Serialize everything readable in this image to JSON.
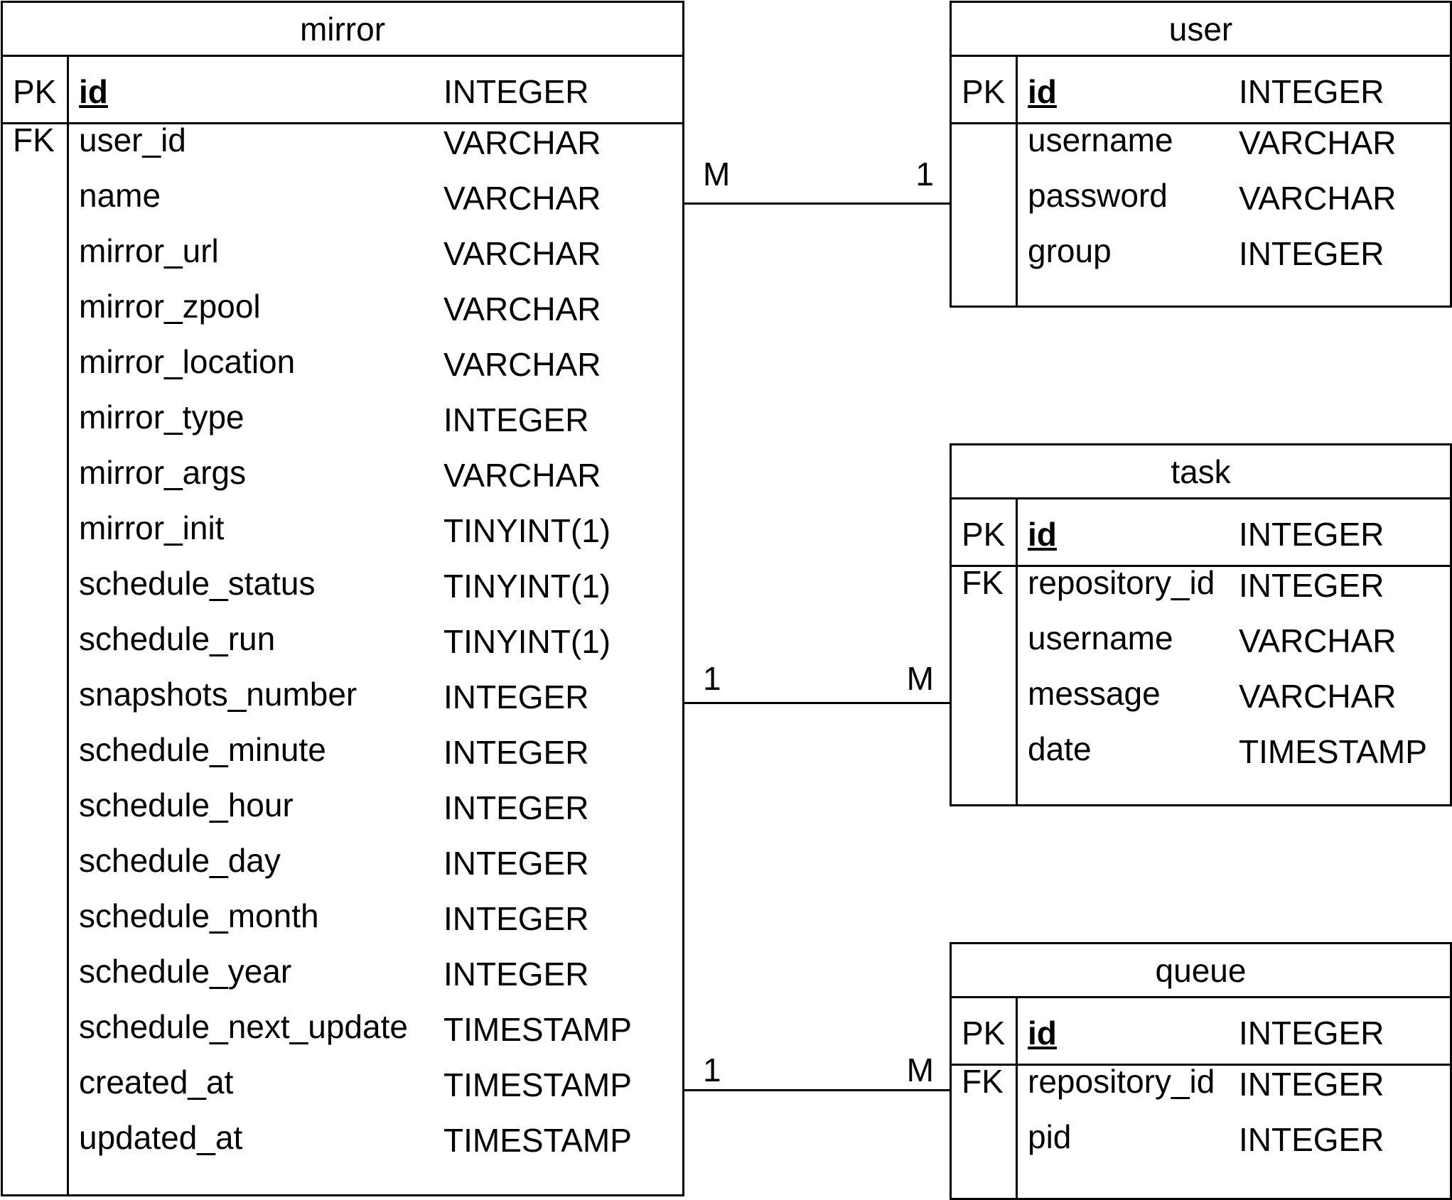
{
  "tables": [
    {
      "name": "mirror",
      "pk": {
        "key": "PK",
        "name": "id",
        "type": "INTEGER"
      },
      "fields": [
        {
          "key": "FK",
          "name": "user_id",
          "type": "VARCHAR"
        },
        {
          "key": "",
          "name": "name",
          "type": "VARCHAR"
        },
        {
          "key": "",
          "name": "mirror_url",
          "type": "VARCHAR"
        },
        {
          "key": "",
          "name": "mirror_zpool",
          "type": "VARCHAR"
        },
        {
          "key": "",
          "name": "mirror_location",
          "type": "VARCHAR"
        },
        {
          "key": "",
          "name": "mirror_type",
          "type": "INTEGER"
        },
        {
          "key": "",
          "name": "mirror_args",
          "type": "VARCHAR"
        },
        {
          "key": "",
          "name": "mirror_init",
          "type": "TINYINT(1)"
        },
        {
          "key": "",
          "name": "schedule_status",
          "type": "TINYINT(1)"
        },
        {
          "key": "",
          "name": "schedule_run",
          "type": "TINYINT(1)"
        },
        {
          "key": "",
          "name": "snapshots_number",
          "type": "INTEGER"
        },
        {
          "key": "",
          "name": "schedule_minute",
          "type": "INTEGER"
        },
        {
          "key": "",
          "name": "schedule_hour",
          "type": "INTEGER"
        },
        {
          "key": "",
          "name": "schedule_day",
          "type": "INTEGER"
        },
        {
          "key": "",
          "name": "schedule_month",
          "type": "INTEGER"
        },
        {
          "key": "",
          "name": "schedule_year",
          "type": "INTEGER"
        },
        {
          "key": "",
          "name": "schedule_next_update",
          "type": "TIMESTAMP"
        },
        {
          "key": "",
          "name": "created_at",
          "type": "TIMESTAMP"
        },
        {
          "key": "",
          "name": "updated_at",
          "type": "TIMESTAMP"
        }
      ]
    },
    {
      "name": "user",
      "pk": {
        "key": "PK",
        "name": "id",
        "type": "INTEGER"
      },
      "fields": [
        {
          "key": "",
          "name": "username",
          "type": "VARCHAR"
        },
        {
          "key": "",
          "name": "password",
          "type": "VARCHAR"
        },
        {
          "key": "",
          "name": "group",
          "type": "INTEGER"
        }
      ]
    },
    {
      "name": "task",
      "pk": {
        "key": "PK",
        "name": "id",
        "type": "INTEGER"
      },
      "fields": [
        {
          "key": "FK",
          "name": "repository_id",
          "type": "INTEGER"
        },
        {
          "key": "",
          "name": "username",
          "type": "VARCHAR"
        },
        {
          "key": "",
          "name": "message",
          "type": "VARCHAR"
        },
        {
          "key": "",
          "name": "date",
          "type": "TIMESTAMP"
        }
      ]
    },
    {
      "name": "queue",
      "pk": {
        "key": "PK",
        "name": "id",
        "type": "INTEGER"
      },
      "fields": [
        {
          "key": "FK",
          "name": "repository_id",
          "type": "INTEGER"
        },
        {
          "key": "",
          "name": "pid",
          "type": "INTEGER"
        }
      ]
    }
  ],
  "relationships": [
    {
      "from": "mirror",
      "to": "user",
      "from_cardinality": "M",
      "to_cardinality": "1"
    },
    {
      "from": "mirror",
      "to": "task",
      "from_cardinality": "1",
      "to_cardinality": "M"
    },
    {
      "from": "mirror",
      "to": "queue",
      "from_cardinality": "1",
      "to_cardinality": "M"
    }
  ]
}
